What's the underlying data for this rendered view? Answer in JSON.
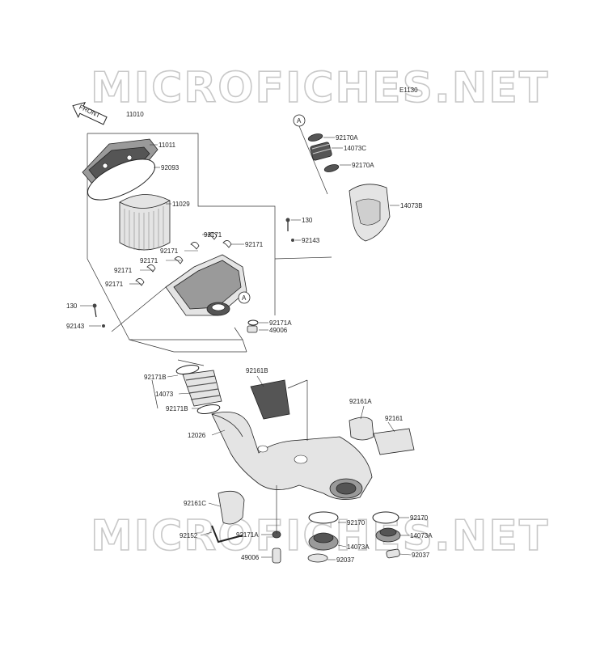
{
  "watermark": "MICROFICHES.NET",
  "diagram_code": "E1130",
  "front_label": "FRONT",
  "ref_marker": "A",
  "labels": {
    "p11010": "11010",
    "p11011": "11011",
    "p92093": "92093",
    "p11029": "11029",
    "p130_top": "130",
    "p92143_top": "92143",
    "p92171_1": "92171",
    "p92171_2": "92171",
    "p92171_3": "92171",
    "p92171_4": "92171",
    "p92171_5": "92171",
    "p92171_6": "92171",
    "p130_left": "130",
    "p92143_left": "92143",
    "p92171A_top": "92171A",
    "p49006_top": "49006",
    "p92170A_1": "92170A",
    "p14073C": "14073C",
    "p92170A_2": "92170A",
    "p14073B": "14073B",
    "p92171B_1": "92171B",
    "p14073": "14073",
    "p92171B_2": "92171B",
    "p12026": "12026",
    "p92161B": "92161B",
    "p92161A": "92161A",
    "p92161": "92161",
    "p92161C": "92161C",
    "p92152": "92152",
    "p92171A_bot": "92171A",
    "p49006_bot": "49006",
    "p92170_1": "92170",
    "p92170_2": "92170",
    "p14073A_1": "14073A",
    "p14073A_2": "14073A",
    "p92037_1": "92037",
    "p92037_2": "92037"
  }
}
